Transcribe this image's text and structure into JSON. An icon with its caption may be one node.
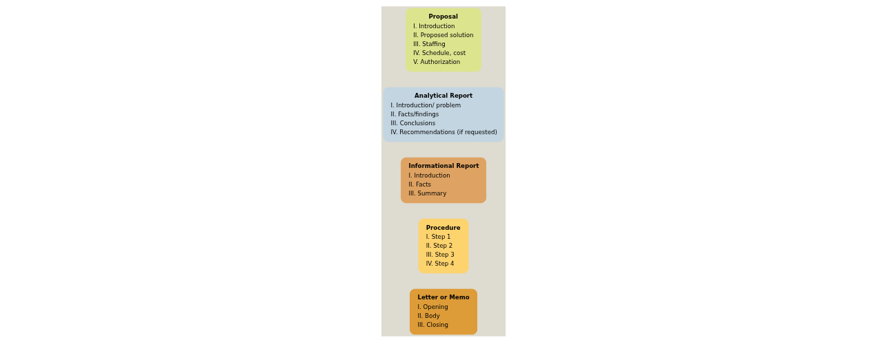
{
  "diagram": {
    "nodes": [
      {
        "text": [
          "Letter or Memo",
          "I. Opening",
          "II. Body",
          "III. Closing"
        ]
      },
      {
        "text": [
          "Procedure",
          "I. Step 1",
          "II. Step 2",
          "III. Step 3",
          "IV. Step 4"
        ]
      },
      {
        "text": [
          "Informational Report",
          "I. Introduction",
          "II. Facts",
          "III. Summary"
        ]
      },
      {
        "text": [
          "Analytical Report",
          "I. Introduction/ problem",
          "II. Facts/findings",
          "III. Conclusions",
          "IV. Recommendations (if requested)"
        ]
      },
      {
        "text": [
          "Proposal",
          "I. Introduction",
          "II. Proposed solution",
          "III. Staffing",
          "IV. Schedule, cost",
          "V. Authorization"
        ]
      }
    ],
    "edges": []
  }
}
